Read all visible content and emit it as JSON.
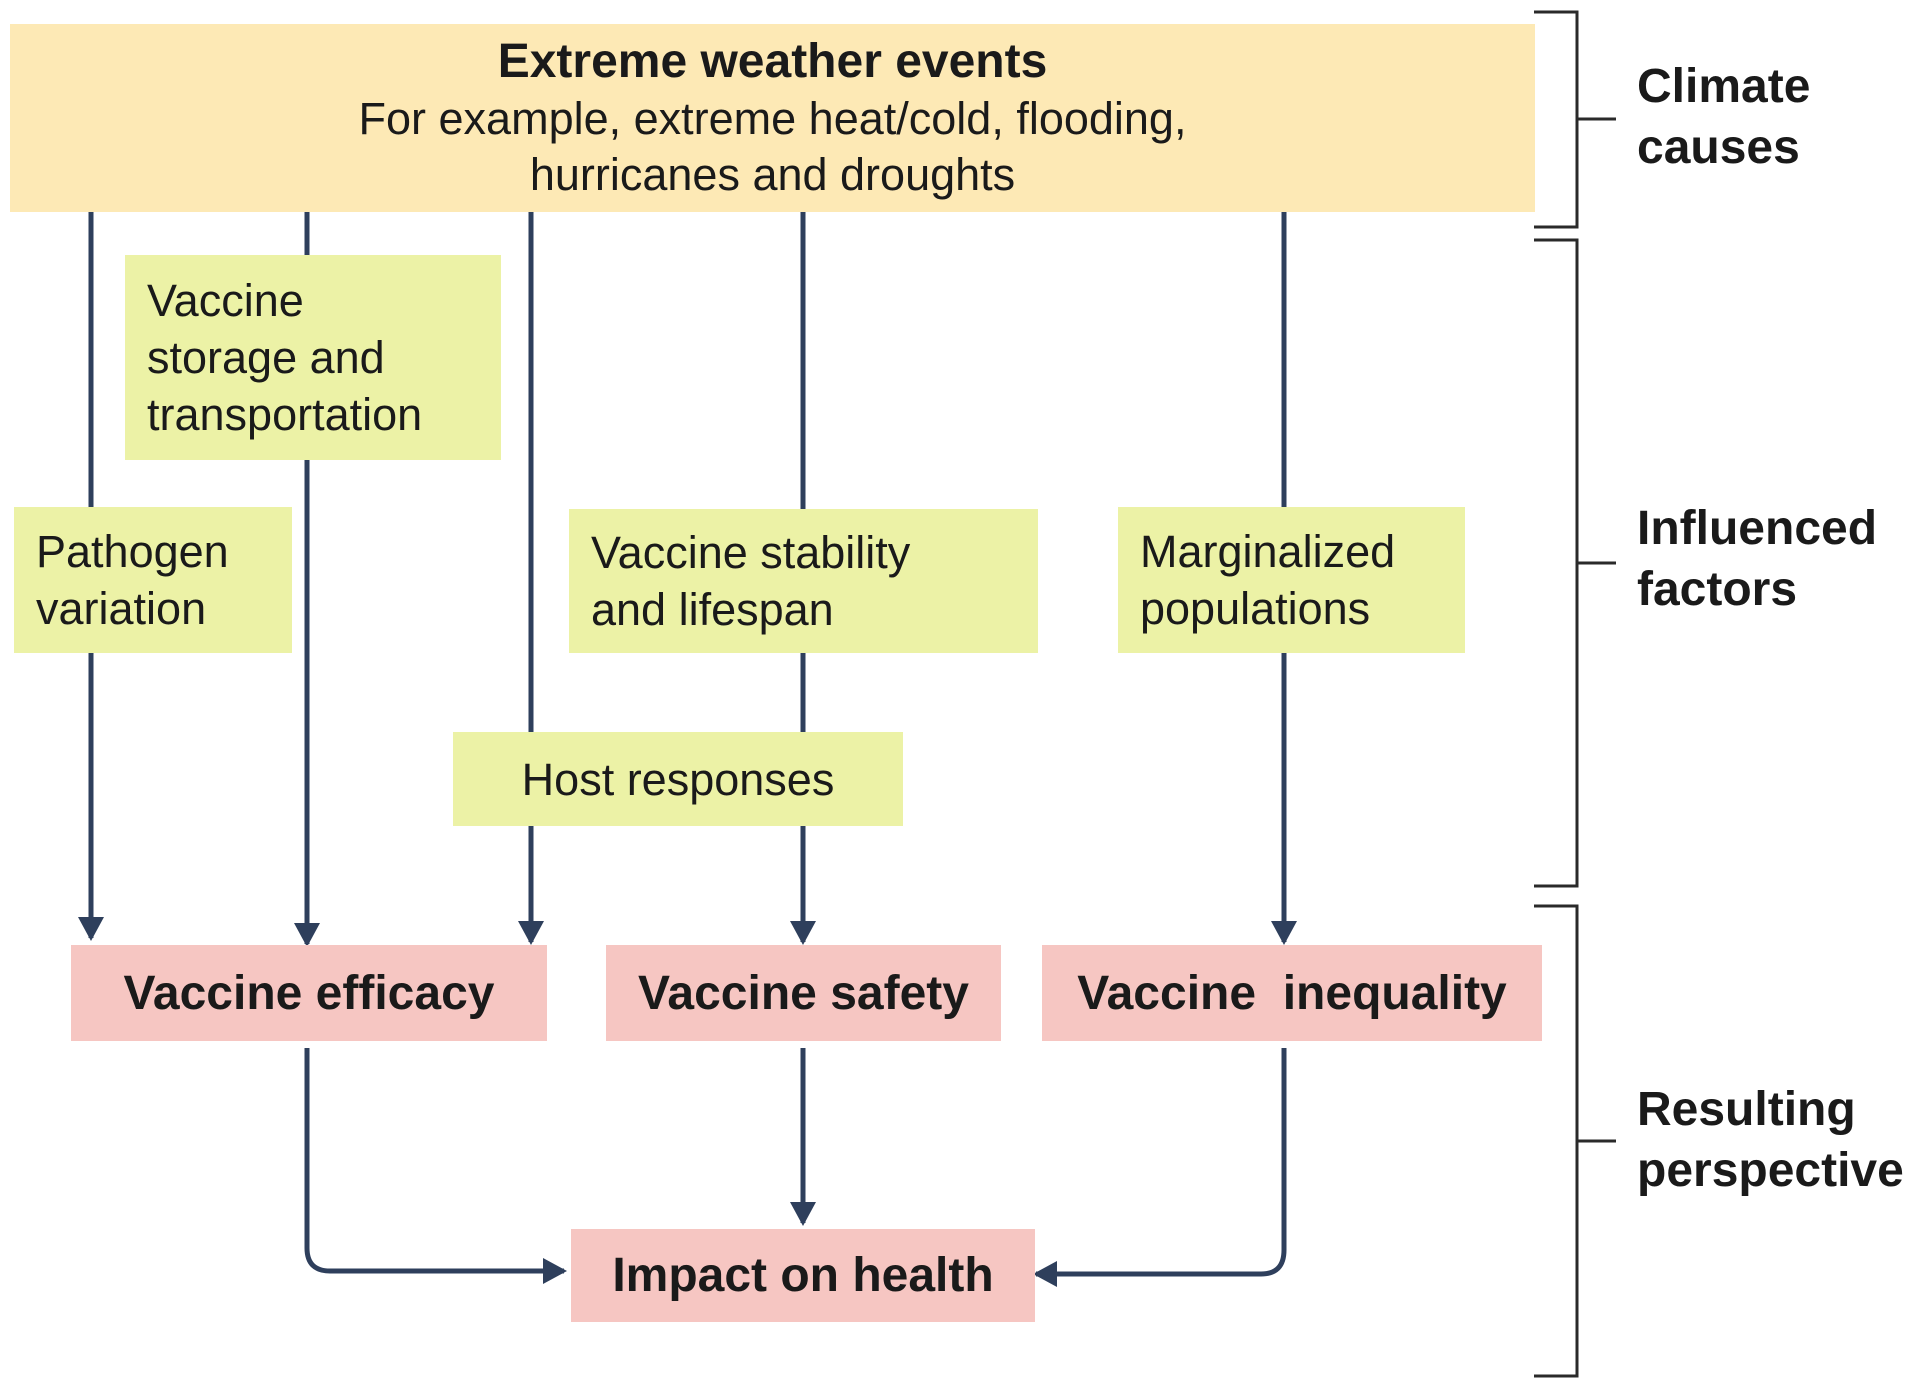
{
  "cause": {
    "title": "Extreme weather events",
    "description_lines": [
      "For example, extreme heat/cold, flooding,",
      "hurricanes and droughts"
    ]
  },
  "factors": {
    "storage": [
      "Vaccine",
      "storage and",
      "transportation"
    ],
    "pathogen": [
      "Pathogen",
      "variation"
    ],
    "stability": [
      "Vaccine stability",
      "and lifespan"
    ],
    "marginalized": [
      "Marginalized",
      "populations"
    ],
    "host": "Host responses"
  },
  "outcomes": {
    "efficacy": "Vaccine efficacy",
    "safety": "Vaccine safety",
    "inequality": "Vaccine  inequality",
    "impact": "Impact on health"
  },
  "side_labels": {
    "climate": [
      "Climate",
      "causes"
    ],
    "influenced": [
      "Influenced",
      "factors"
    ],
    "resulting": [
      "Resulting",
      "perspective"
    ]
  },
  "colors": {
    "cause_fill": "#fde9b5",
    "factor_fill": "#ecf2a6",
    "outcome_fill": "#f6c6c2",
    "arrow": "#2e3f5c",
    "bracket": "#2a2a2a"
  }
}
